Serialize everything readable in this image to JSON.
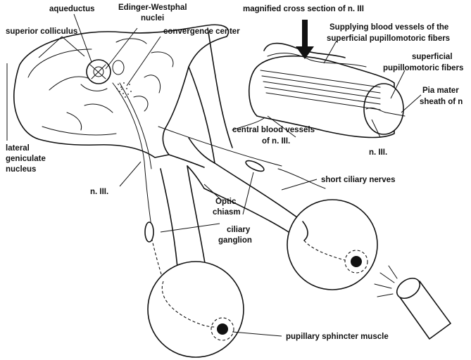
{
  "labels": {
    "aqueductus": "aqueductus",
    "edinger_westphal_1": "Edinger-Westphal",
    "edinger_westphal_2": "nuclei",
    "superior_colliculus": "superior colliculus",
    "convergence_center": "convergence center",
    "magnified_cross_section": "magnified cross section of n. III",
    "supplying_vessels_1": "Supplying blood vessels of the",
    "supplying_vessels_2": "superficial pupillomotoric fibers",
    "superficial_pupillomotoric_1": "superficial",
    "superficial_pupillomotoric_2": "pupillomotoric fibers",
    "pia_mater_1": "Pia mater",
    "pia_mater_2": "sheath of n",
    "central_vessels_1": "central blood vessels",
    "central_vessels_2": "of n. III.",
    "n3_cross_section": "n. III.",
    "lateral_geniculate_1": "lateral",
    "lateral_geniculate_2": "geniculate",
    "lateral_geniculate_3": "nucleus",
    "n3_left": "n. III.",
    "short_ciliary_nerves": "short ciliary nerves",
    "optic_chiasm_1": "Optic",
    "optic_chiasm_2": "chiasm",
    "ciliary_ganglion_1": "ciliary",
    "ciliary_ganglion_2": "ganglion",
    "pupillary_sphincter": "pupillary sphincter muscle"
  },
  "icons": {
    "flashlight": "flashlight-icon",
    "arrow": "down-arrow-icon"
  },
  "colors": {
    "ink": "#111111",
    "background": "#ffffff"
  }
}
